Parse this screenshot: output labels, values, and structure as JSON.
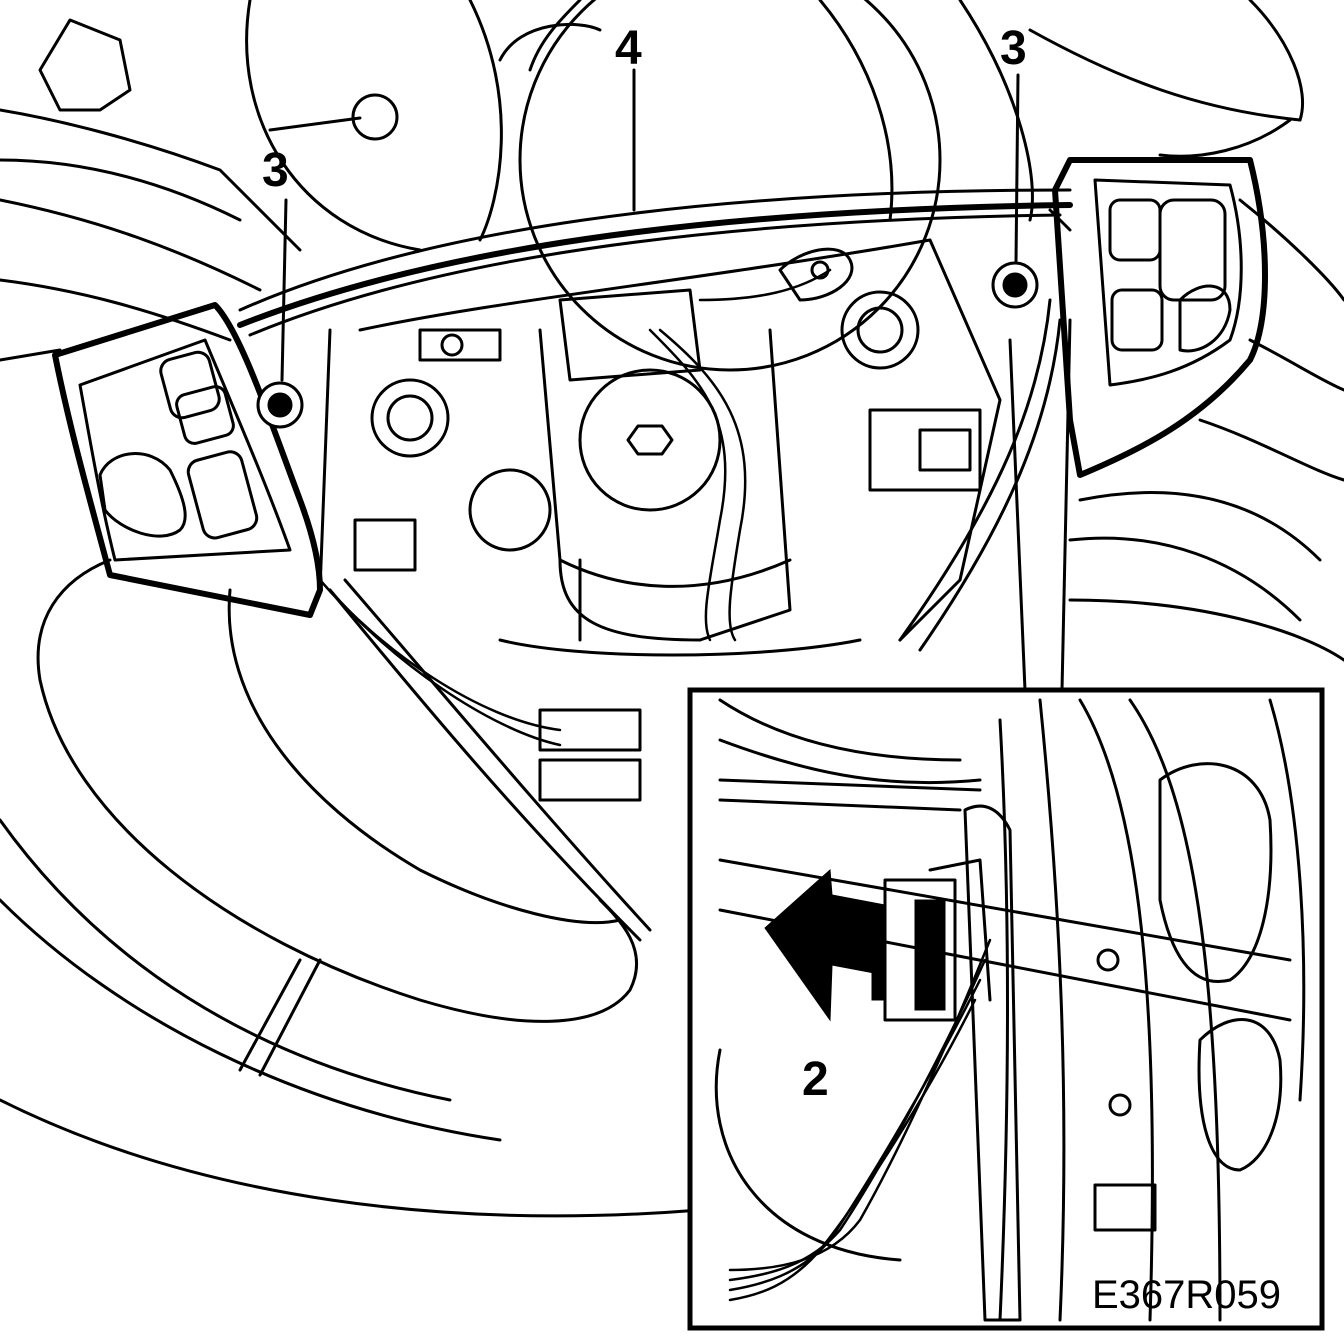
{
  "figure": {
    "figure_id": "E367R059"
  },
  "callouts": {
    "cable": "4",
    "screw_left": "3",
    "screw_right": "3",
    "connector_arrow": "2"
  }
}
